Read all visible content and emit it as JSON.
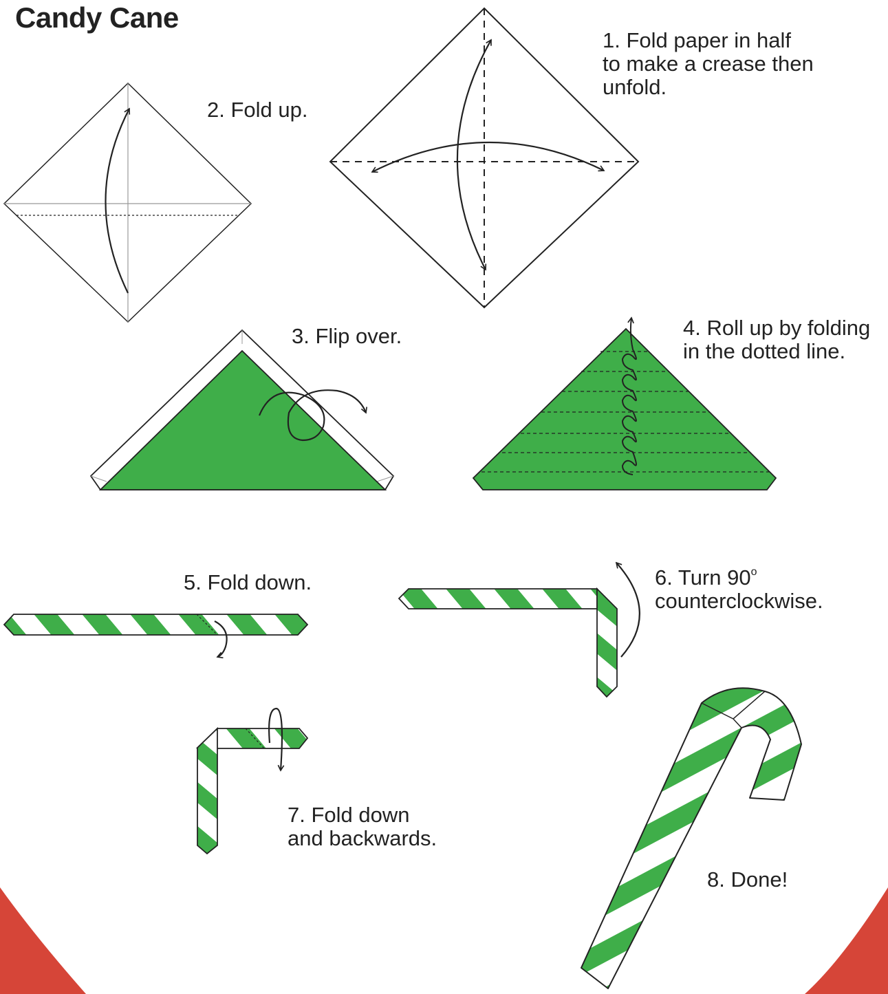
{
  "title": "Candy Cane",
  "colors": {
    "green": "#3fae49",
    "red": "#d64538",
    "line": "#222222"
  },
  "steps": {
    "s1": {
      "lines": [
        "1. Fold paper in half",
        "to make a crease then",
        "unfold."
      ]
    },
    "s2": {
      "lines": [
        "2. Fold up."
      ]
    },
    "s3": {
      "lines": [
        "3. Flip over."
      ]
    },
    "s4": {
      "lines": [
        "4. Roll up by folding",
        "in the dotted line."
      ]
    },
    "s5": {
      "lines": [
        "5. Fold down."
      ]
    },
    "s6": {
      "line1": "6. Turn 90",
      "degree": "o",
      "line2": "counterclockwise."
    },
    "s7": {
      "lines": [
        "7. Fold down",
        "and backwards."
      ]
    },
    "s8": {
      "lines": [
        "8. Done!"
      ]
    }
  }
}
